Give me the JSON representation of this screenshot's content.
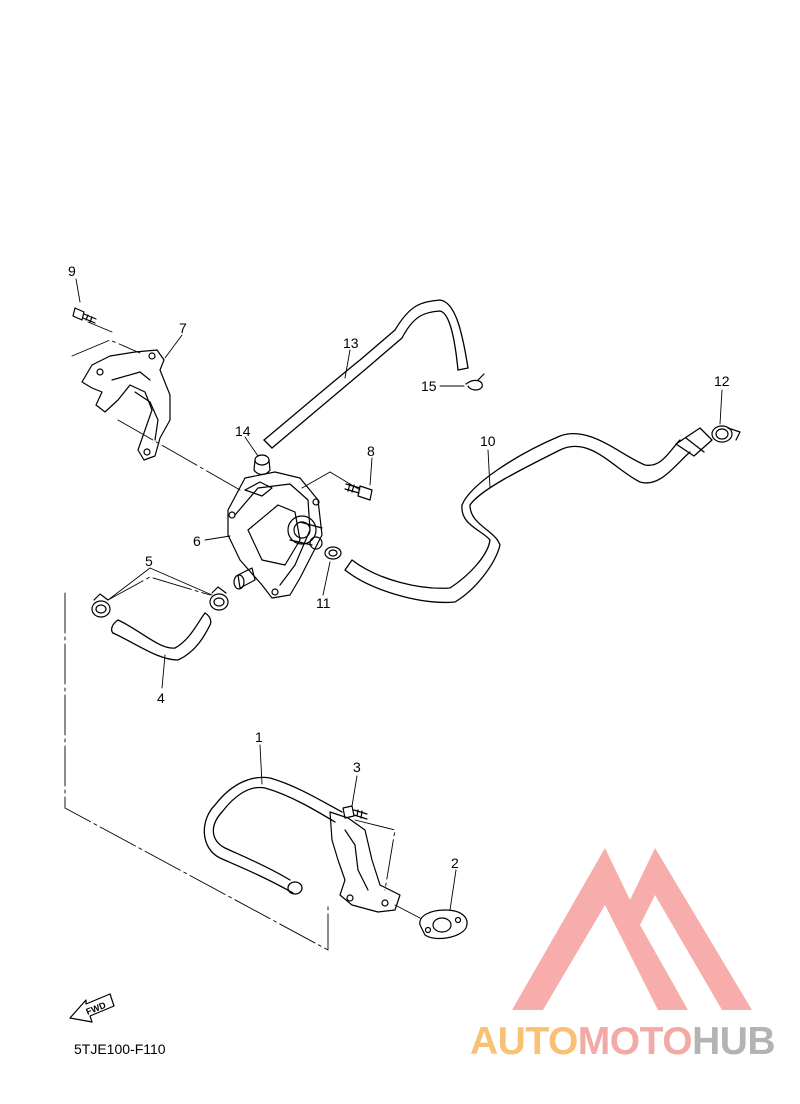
{
  "diagram": {
    "callouts": [
      "1",
      "2",
      "3",
      "4",
      "5",
      "6",
      "7",
      "8",
      "9",
      "10",
      "11",
      "12",
      "13",
      "14",
      "15"
    ],
    "fwd_label": "FWD",
    "drawing_code": "5TJE100-F110"
  },
  "watermark": {
    "brand_part1": "AUTO",
    "brand_part2": "MOTO",
    "brand_part3": "HUB",
    "colors": {
      "triangle": "#f6a5a2",
      "auto": "#f8c173",
      "moto": "#f2aaa6",
      "hub": "#b3b3b3"
    }
  }
}
